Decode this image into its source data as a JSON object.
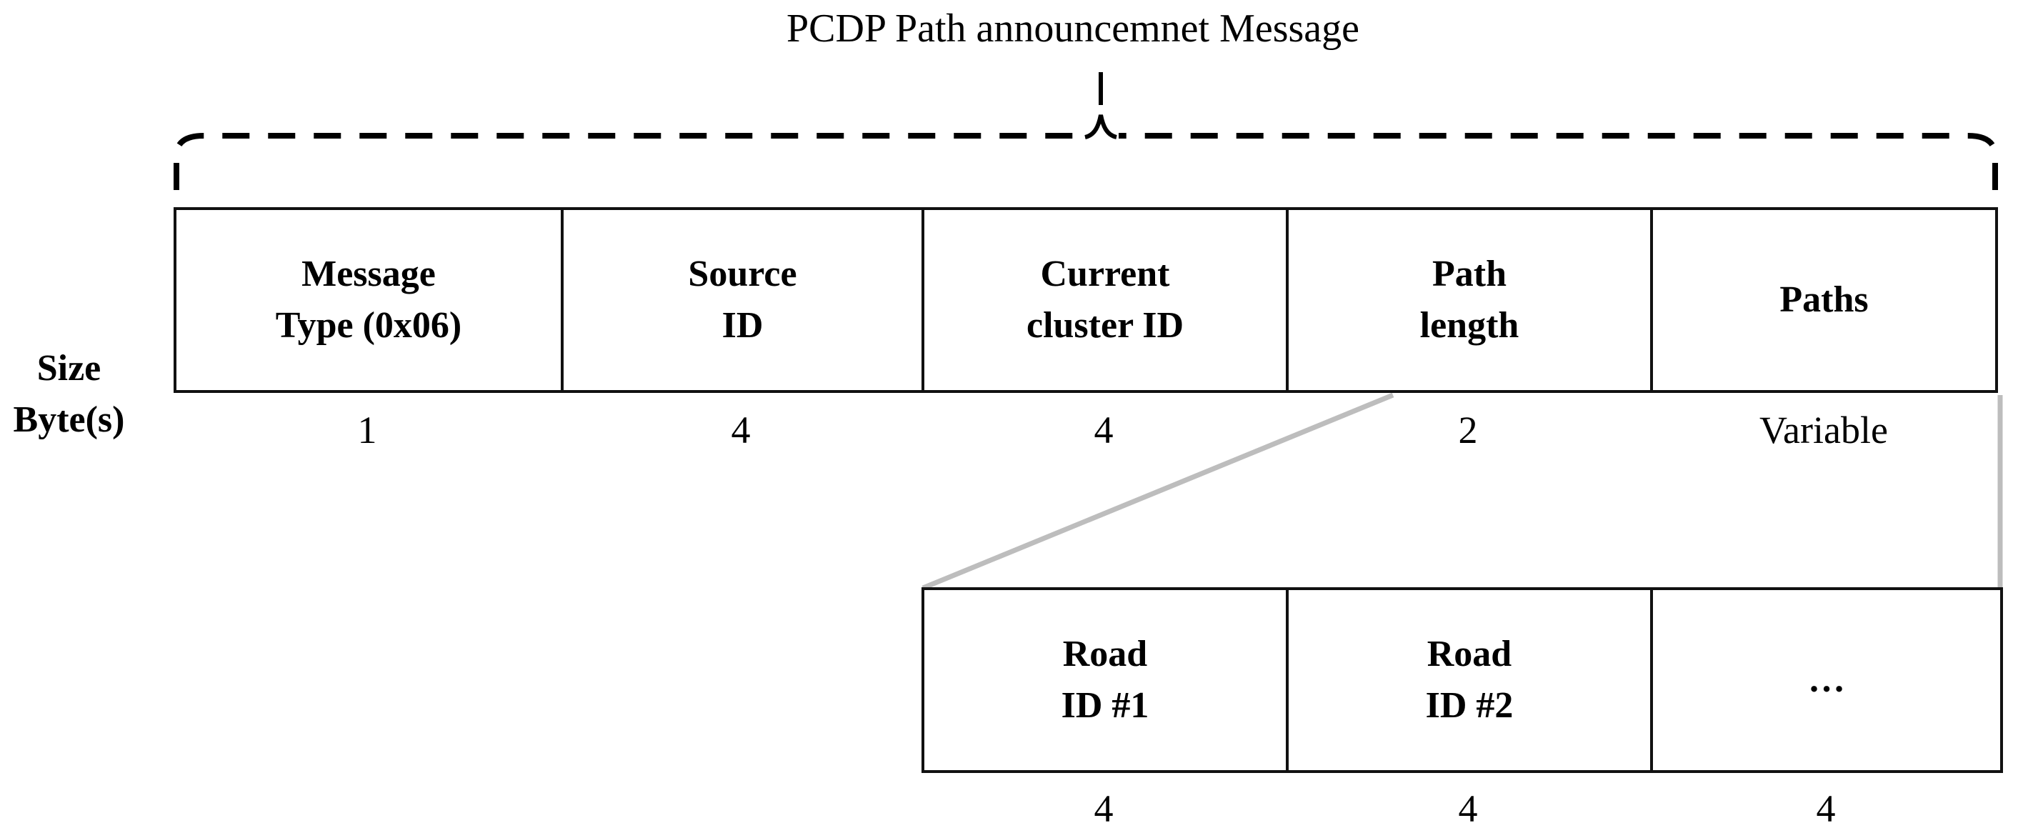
{
  "title": "PCDP Path announcemnet Message",
  "size_axis": {
    "label": "Size\nByte(s)"
  },
  "message_table": {
    "fields": [
      {
        "label": "Message\nType (0x06)",
        "size": "1"
      },
      {
        "label": "Source\nID",
        "size": "4"
      },
      {
        "label": "Current\ncluster ID",
        "size": "4"
      },
      {
        "label": "Path\nlength",
        "size": "2"
      },
      {
        "label": "Paths",
        "size": "Variable"
      }
    ]
  },
  "paths_table": {
    "fields": [
      {
        "label": "Road\nID #1",
        "size": "4"
      },
      {
        "label": "Road\nID #2",
        "size": "4"
      },
      {
        "label": "…",
        "size": "4"
      }
    ]
  },
  "colors": {
    "border": "#111111",
    "brace": "#000000",
    "connector": "#bdbdbd",
    "text": "#000000"
  }
}
